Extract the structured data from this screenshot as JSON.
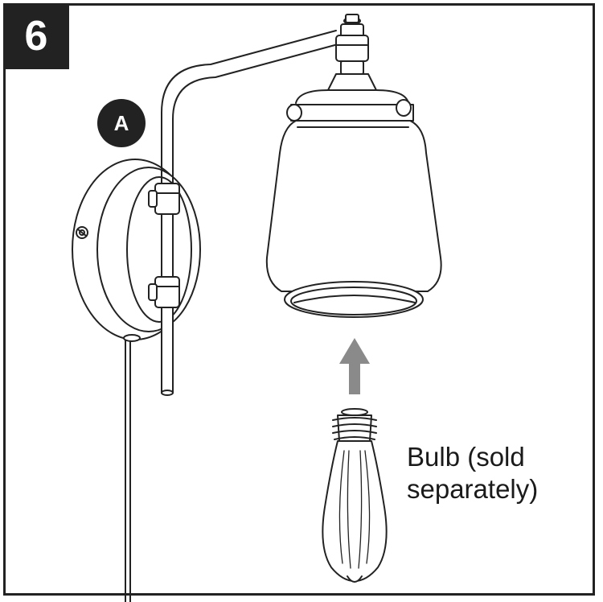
{
  "step": {
    "number": "6"
  },
  "part_label": {
    "letter": "A"
  },
  "caption": {
    "line1": "Bulb (sold",
    "line2": "separately)"
  },
  "colors": {
    "ink": "#222222",
    "arrow": "#8a8a8a",
    "paper": "#ffffff"
  },
  "icons": {
    "direction": "arrow-up-icon"
  }
}
